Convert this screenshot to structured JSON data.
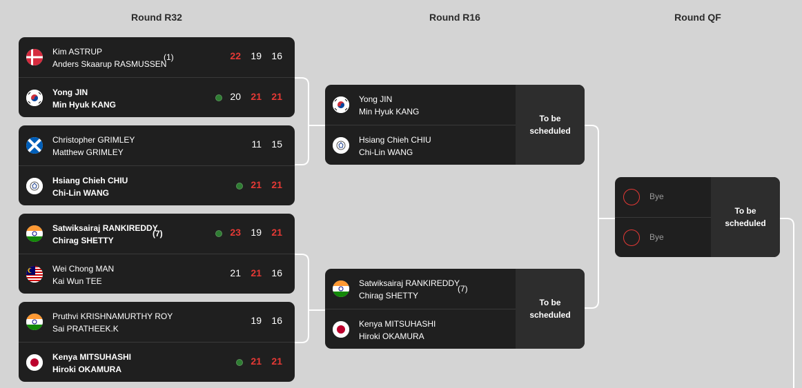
{
  "rounds": [
    "Round R32",
    "Round R16",
    "Round QF"
  ],
  "r32": [
    {
      "top": {
        "p1": "Kim ASTRUP",
        "p2": "Anders Skaarup RASMUSSEN",
        "seed": "(1)",
        "flag": "denmark",
        "scores": [
          "22",
          "19",
          "16"
        ],
        "win_flags": [
          true,
          false,
          false
        ],
        "winner": false
      },
      "bottom": {
        "p1": "Yong JIN",
        "p2": "Min Hyuk KANG",
        "flag": "korea",
        "scores": [
          "20",
          "21",
          "21"
        ],
        "win_flags": [
          false,
          true,
          true
        ],
        "winner": true
      }
    },
    {
      "top": {
        "p1": "Christopher GRIMLEY",
        "p2": "Matthew GRIMLEY",
        "flag": "scotland",
        "scores": [
          "11",
          "15"
        ],
        "win_flags": [
          false,
          false
        ],
        "winner": false
      },
      "bottom": {
        "p1": "Hsiang Chieh CHIU",
        "p2": "Chi-Lin WANG",
        "flag": "tpe",
        "scores": [
          "21",
          "21"
        ],
        "win_flags": [
          true,
          true
        ],
        "winner": true
      }
    },
    {
      "top": {
        "p1": "Satwiksairaj RANKIREDDY",
        "p2": "Chirag SHETTY",
        "seed": "(7)",
        "flag": "india",
        "scores": [
          "23",
          "19",
          "21"
        ],
        "win_flags": [
          true,
          false,
          true
        ],
        "winner": true
      },
      "bottom": {
        "p1": "Wei Chong MAN",
        "p2": "Kai Wun TEE",
        "flag": "malaysia",
        "scores": [
          "21",
          "21",
          "16"
        ],
        "win_flags": [
          false,
          true,
          false
        ],
        "winner": false
      }
    },
    {
      "top": {
        "p1": "Pruthvi KRISHNAMURTHY ROY",
        "p2": "Sai PRATHEEK.K",
        "flag": "india",
        "scores": [
          "19",
          "16"
        ],
        "win_flags": [
          false,
          false
        ],
        "winner": false
      },
      "bottom": {
        "p1": "Kenya MITSUHASHI",
        "p2": "Hiroki OKAMURA",
        "flag": "japan",
        "scores": [
          "21",
          "21"
        ],
        "win_flags": [
          true,
          true
        ],
        "winner": true
      }
    }
  ],
  "r16": [
    {
      "top": {
        "p1": "Yong JIN",
        "p2": "Min Hyuk KANG",
        "flag": "korea"
      },
      "bottom": {
        "p1": "Hsiang Chieh CHIU",
        "p2": "Chi-Lin WANG",
        "flag": "tpe"
      },
      "status_l1": "To be",
      "status_l2": "scheduled"
    },
    {
      "top": {
        "p1": "Satwiksairaj RANKIREDDY",
        "p2": "Chirag SHETTY",
        "seed": "(7)",
        "flag": "india"
      },
      "bottom": {
        "p1": "Kenya MITSUHASHI",
        "p2": "Hiroki OKAMURA",
        "flag": "japan"
      },
      "status_l1": "To be",
      "status_l2": "scheduled"
    }
  ],
  "qf": [
    {
      "top": {
        "label": "Bye"
      },
      "bottom": {
        "label": "Bye"
      },
      "status_l1": "To be",
      "status_l2": "scheduled"
    }
  ],
  "colors": {
    "background": "#d4d4d4",
    "card": "#1f1f1f",
    "status_panel": "#2d2d2d",
    "win_score": "#e53935",
    "winner_dot": "#2e7d32"
  }
}
